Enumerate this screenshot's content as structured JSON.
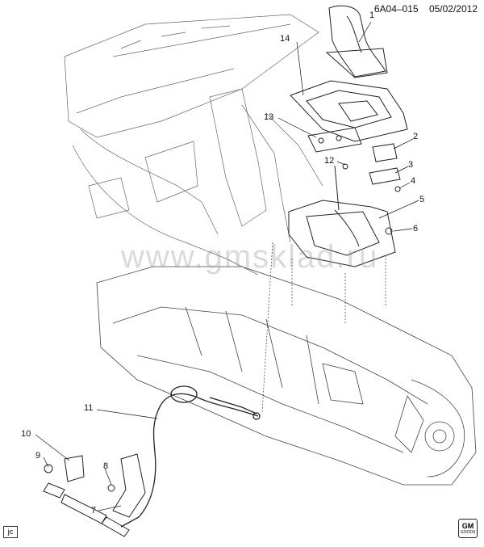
{
  "header": {
    "code": "6A04–015",
    "date": "05/02/2012"
  },
  "callouts": [
    {
      "id": "c1",
      "label": "1"
    },
    {
      "id": "c2",
      "label": "2"
    },
    {
      "id": "c3",
      "label": "3"
    },
    {
      "id": "c4",
      "label": "4"
    },
    {
      "id": "c5",
      "label": "5"
    },
    {
      "id": "c6",
      "label": "6"
    },
    {
      "id": "c7",
      "label": "7"
    },
    {
      "id": "c8",
      "label": "8"
    },
    {
      "id": "c9",
      "label": "9"
    },
    {
      "id": "c10",
      "label": "10"
    },
    {
      "id": "c11",
      "label": "11"
    },
    {
      "id": "c12",
      "label": "12"
    },
    {
      "id": "c13",
      "label": "13"
    },
    {
      "id": "c14",
      "label": "14"
    }
  ],
  "watermark": "www.gmsklad.ru",
  "corner_tag": "jc",
  "logo": {
    "top": "GM",
    "bottom": "GOODS"
  }
}
